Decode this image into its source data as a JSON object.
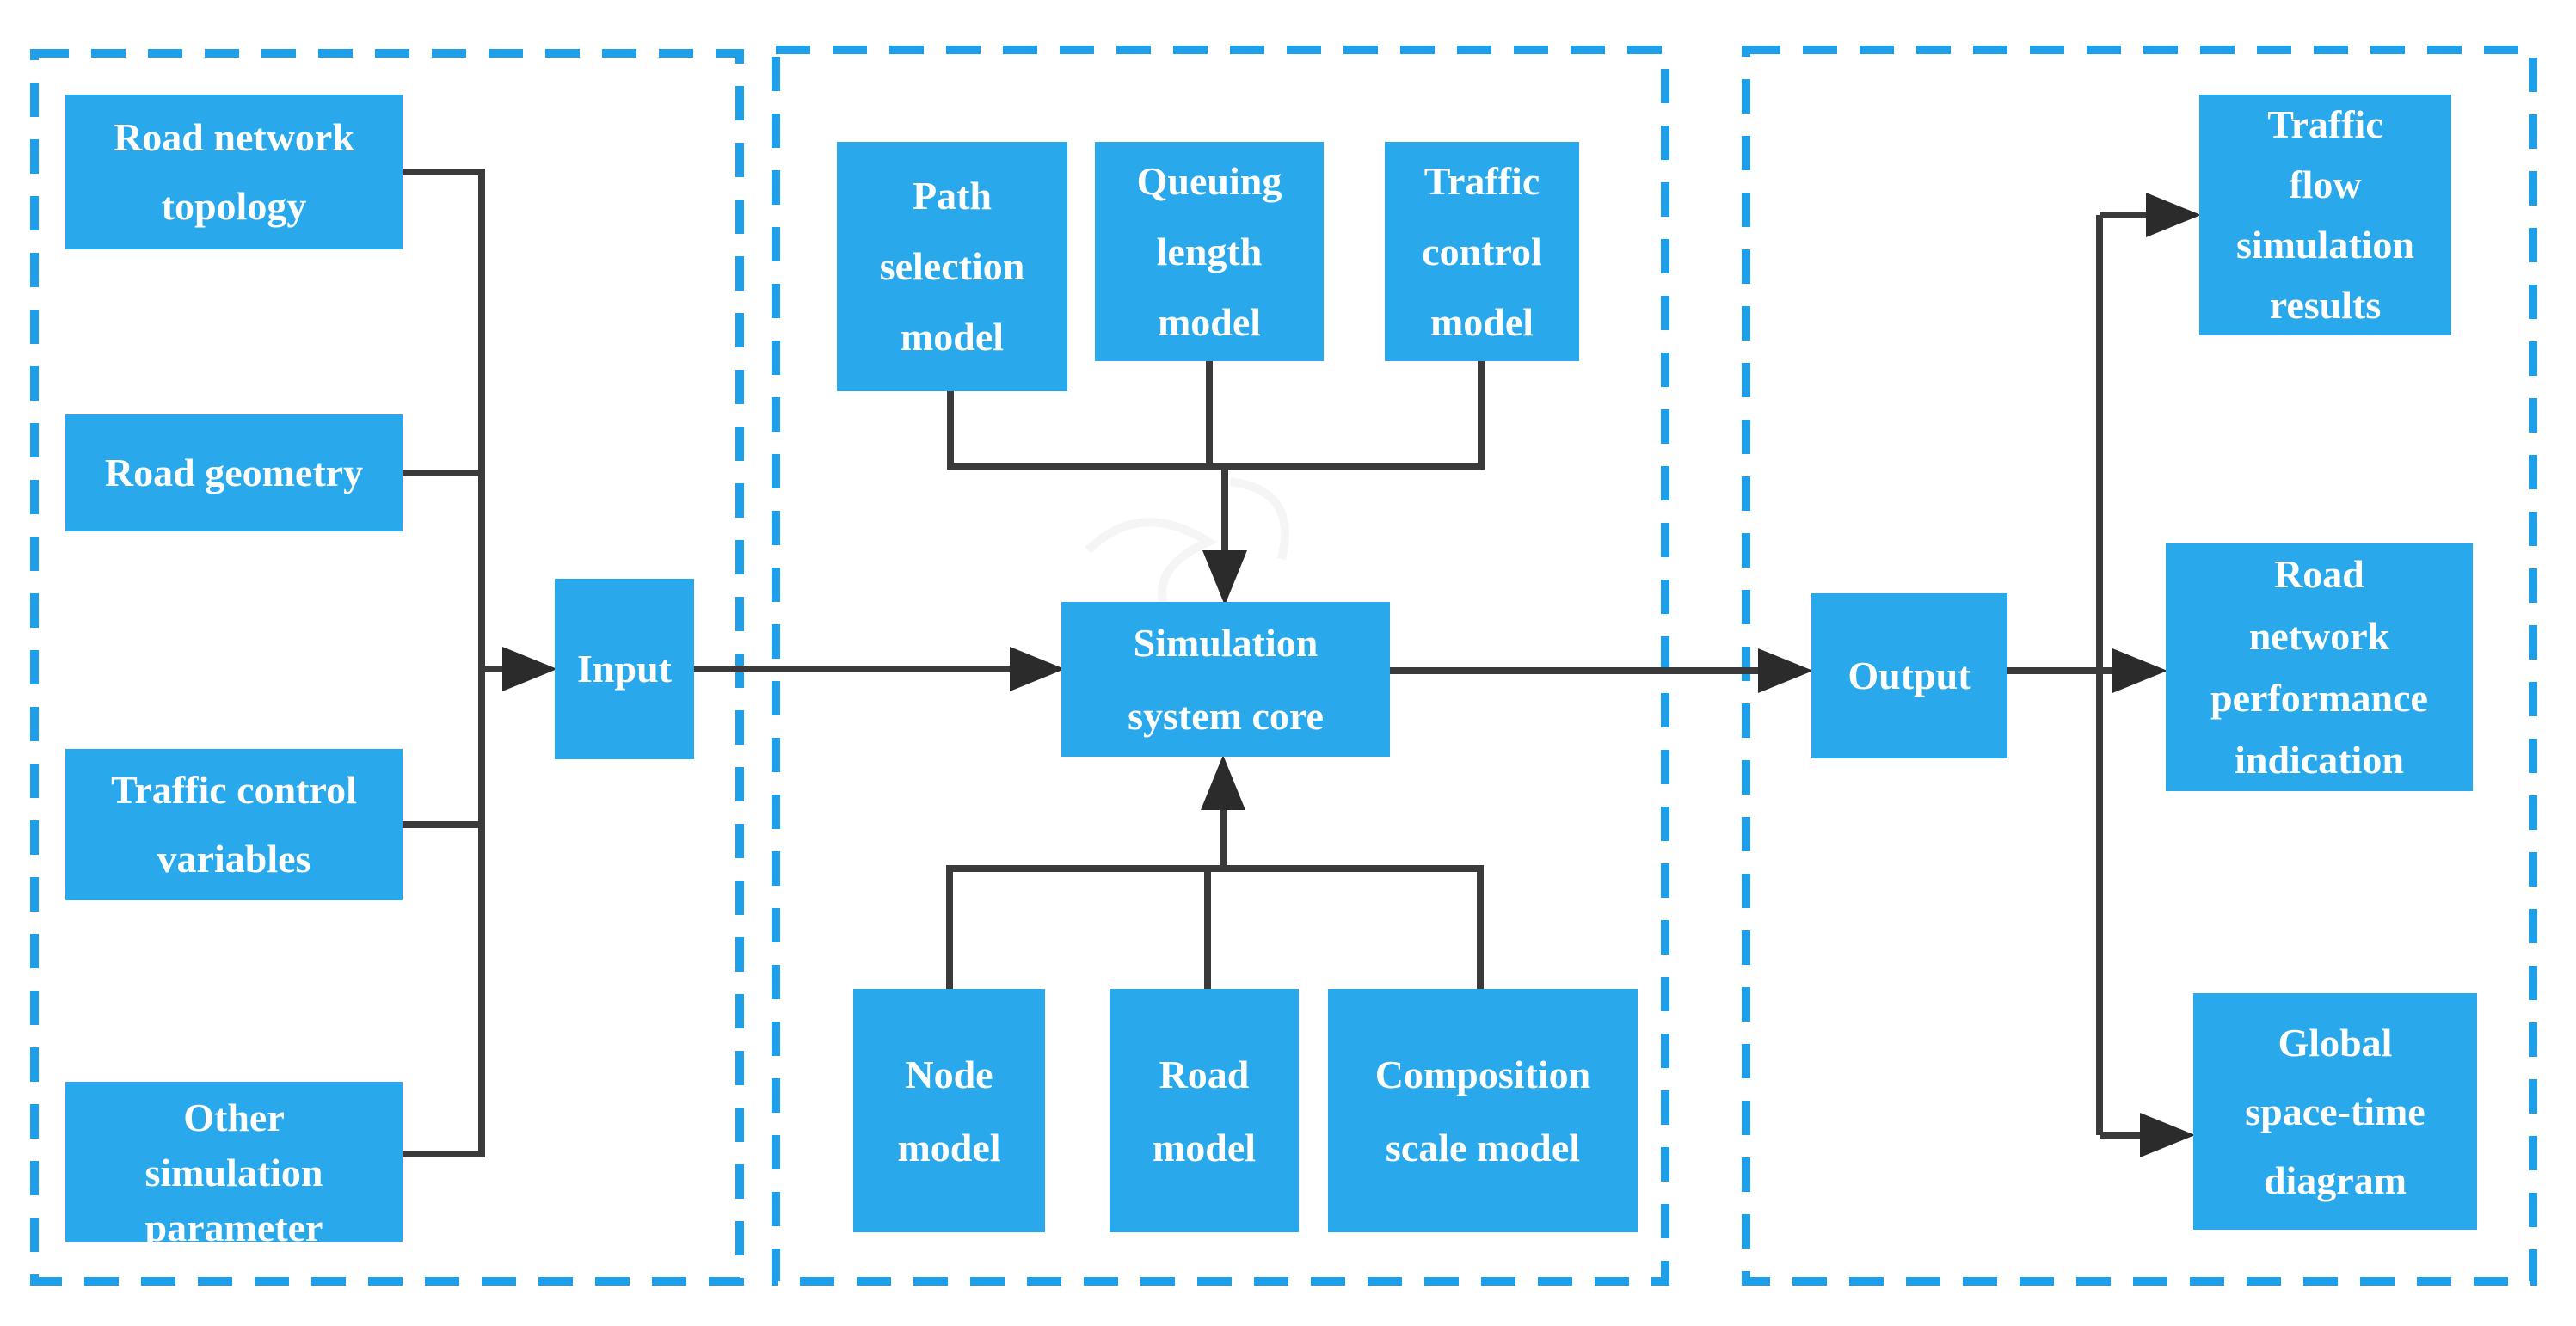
{
  "colors": {
    "box_fill": "#29A9EC",
    "box_text": "#FFFFFF",
    "panel_border": "#1E9FE9",
    "connector": "#3A3A3A",
    "arrowhead": "#2B2B2B",
    "background": "#FFFFFF"
  },
  "nodes": {
    "road_network_topology": {
      "label": "Road network\ntopology"
    },
    "road_geometry": {
      "label": "Road geometry"
    },
    "traffic_control_variables": {
      "label": "Traffic control\nvariables"
    },
    "other_simulation_parameter": {
      "label": "Other\nsimulation\nparameter"
    },
    "input": {
      "label": "Input"
    },
    "path_selection_model": {
      "label": "Path\nselection\nmodel"
    },
    "queuing_length_model": {
      "label": "Queuing\nlength\nmodel"
    },
    "traffic_control_model": {
      "label": "Traffic\ncontrol\nmodel"
    },
    "simulation_system_core": {
      "label": "Simulation\nsystem core"
    },
    "node_model": {
      "label": "Node\nmodel"
    },
    "road_model": {
      "label": "Road\nmodel"
    },
    "composition_scale_model": {
      "label": "Composition\nscale model"
    },
    "output": {
      "label": "Output"
    },
    "traffic_flow_simulation_results": {
      "label": "Traffic\nflow\nsimulation\nresults"
    },
    "road_network_performance_indication": {
      "label": "Road\nnetwork\nperformance\nindication"
    },
    "global_space_time_diagram": {
      "label": "Global\nspace-time\ndiagram"
    }
  }
}
